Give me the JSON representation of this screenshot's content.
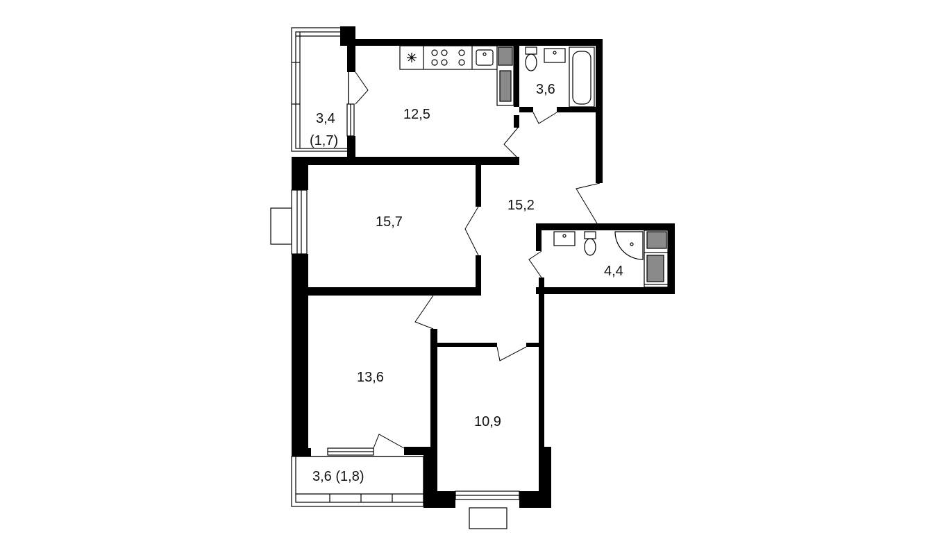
{
  "rooms": {
    "kitchen": "12,5",
    "bathroom_top": "3,6",
    "balcony_top_area": "3,4",
    "balcony_top_coef": "(1,7)",
    "living": "15,7",
    "hall": "15,2",
    "bathroom_small": "4,4",
    "bedroom_left": "13,6",
    "bedroom_right": "10,9",
    "balcony_bottom": "3,6 (1,8)"
  },
  "colors": {
    "wall": "#000000",
    "fixture_gray": "#8a8a8a",
    "background": "#ffffff"
  },
  "icons": [
    "snowflake-icon",
    "stove-icon",
    "sink-icon",
    "toilet-icon",
    "bathtub-icon",
    "shower-icon",
    "washing-machine-icon"
  ]
}
